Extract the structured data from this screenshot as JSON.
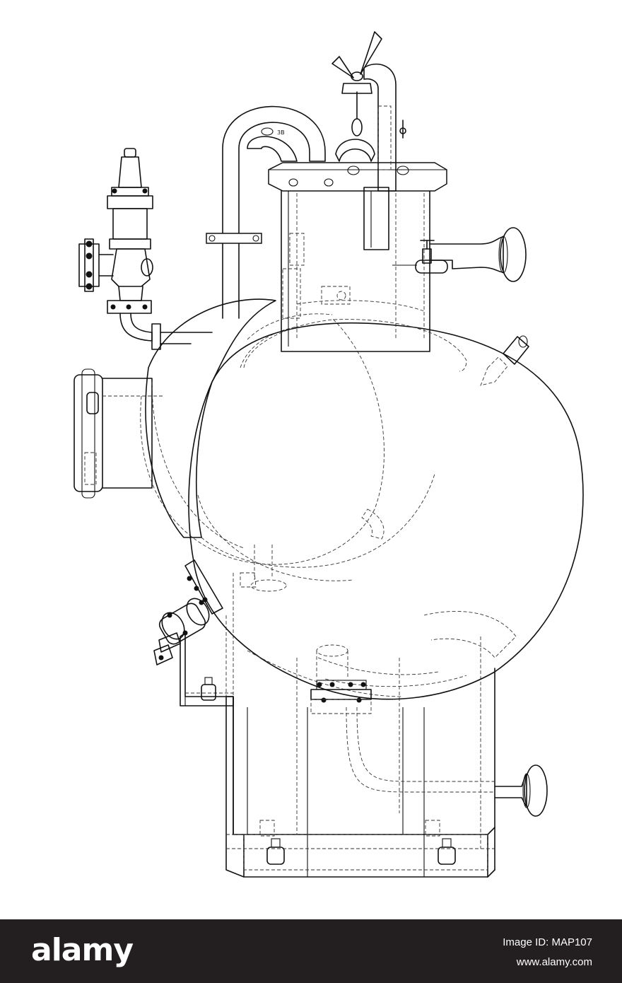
{
  "drawing": {
    "label": "3B"
  },
  "stock_bar": {
    "logo_text": "alamy",
    "image_id": "Image ID: MAP107",
    "url": "www.alamy.com"
  },
  "colors": {
    "line": "#111111",
    "background": "#ffffff",
    "bar": "#231f20",
    "bar_text": "#ffffff"
  }
}
